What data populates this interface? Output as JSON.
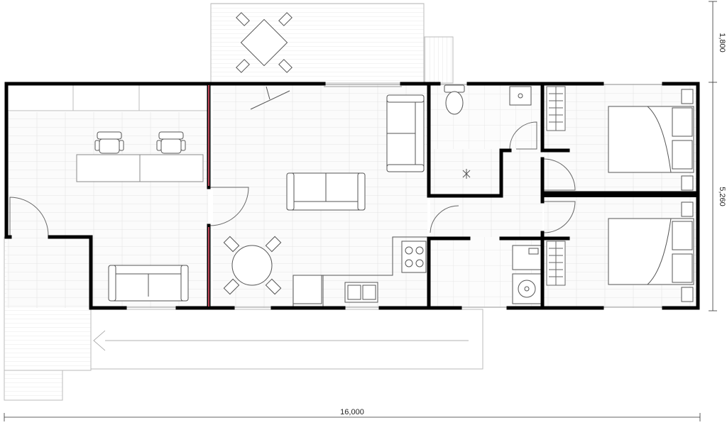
{
  "plan": {
    "dimensions": {
      "overall_width": "16,000",
      "deck_depth": "1,800",
      "building_depth": "5,260"
    },
    "colors": {
      "wall": "#000000",
      "partition_accent": "#c0485a",
      "floor_lines": "#d9d9d9",
      "fixture_stroke": "#555555",
      "deck_lines": "#cfcfcf"
    },
    "icons": [
      "dining-table-icon",
      "chair-icon",
      "sofa-icon",
      "bed-icon",
      "toilet-icon",
      "basin-icon",
      "shower-drain-icon",
      "cooktop-icon",
      "sink-icon",
      "washing-machine-icon",
      "door-swing-icon",
      "wardrobe-icon",
      "desk-icon",
      "office-chair-icon"
    ]
  }
}
